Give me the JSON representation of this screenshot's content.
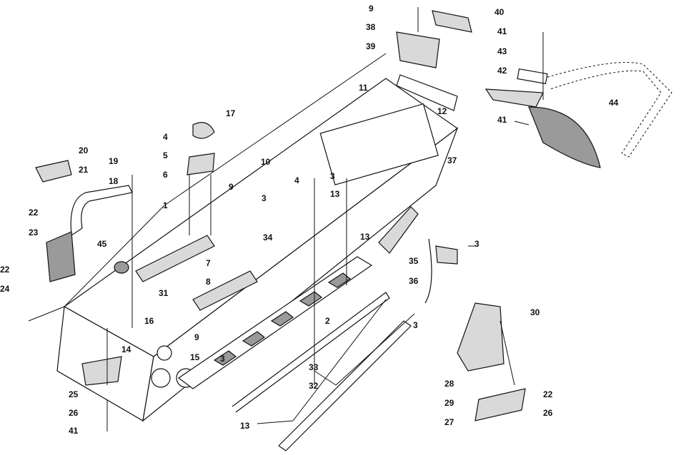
{
  "callouts": [
    "1",
    "2",
    "3",
    "3",
    "3",
    "3",
    "3",
    "4",
    "4",
    "5",
    "6",
    "7",
    "8",
    "9",
    "9",
    "9",
    "10",
    "11",
    "12",
    "13",
    "13",
    "13",
    "14",
    "15",
    "16",
    "17",
    "18",
    "19",
    "20",
    "21",
    "22",
    "22",
    "22",
    "23",
    "24",
    "25",
    "26",
    "26",
    "27",
    "28",
    "29",
    "30",
    "31",
    "32",
    "33",
    "34",
    "35",
    "36",
    "37",
    "38",
    "39",
    "40",
    "41",
    "41",
    "41",
    "42",
    "43",
    "44",
    "45"
  ]
}
